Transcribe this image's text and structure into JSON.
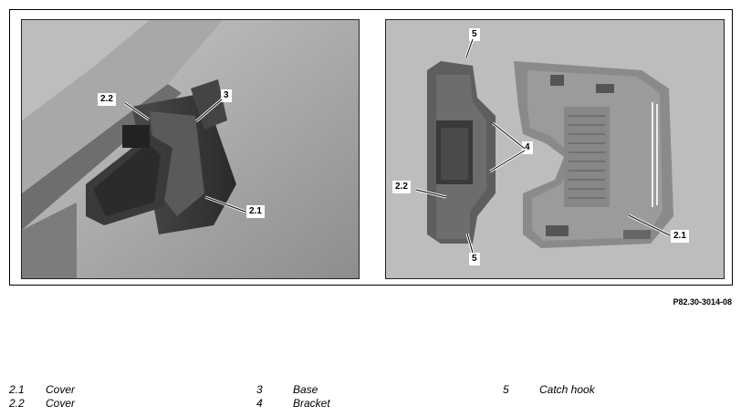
{
  "figure": {
    "id": "P82.30-3014-08",
    "left_callouts": [
      "2.2",
      "3",
      "2.1"
    ],
    "right_callouts": [
      "5",
      "4",
      "2.2",
      "2.1",
      "5"
    ]
  },
  "legend": [
    {
      "num": "2.1",
      "label": "Cover"
    },
    {
      "num": "2.2",
      "label": "Cover"
    },
    {
      "num": "3",
      "label": "Base"
    },
    {
      "num": "4",
      "label": "Bracket"
    },
    {
      "num": "5",
      "label": "Catch hook"
    }
  ]
}
